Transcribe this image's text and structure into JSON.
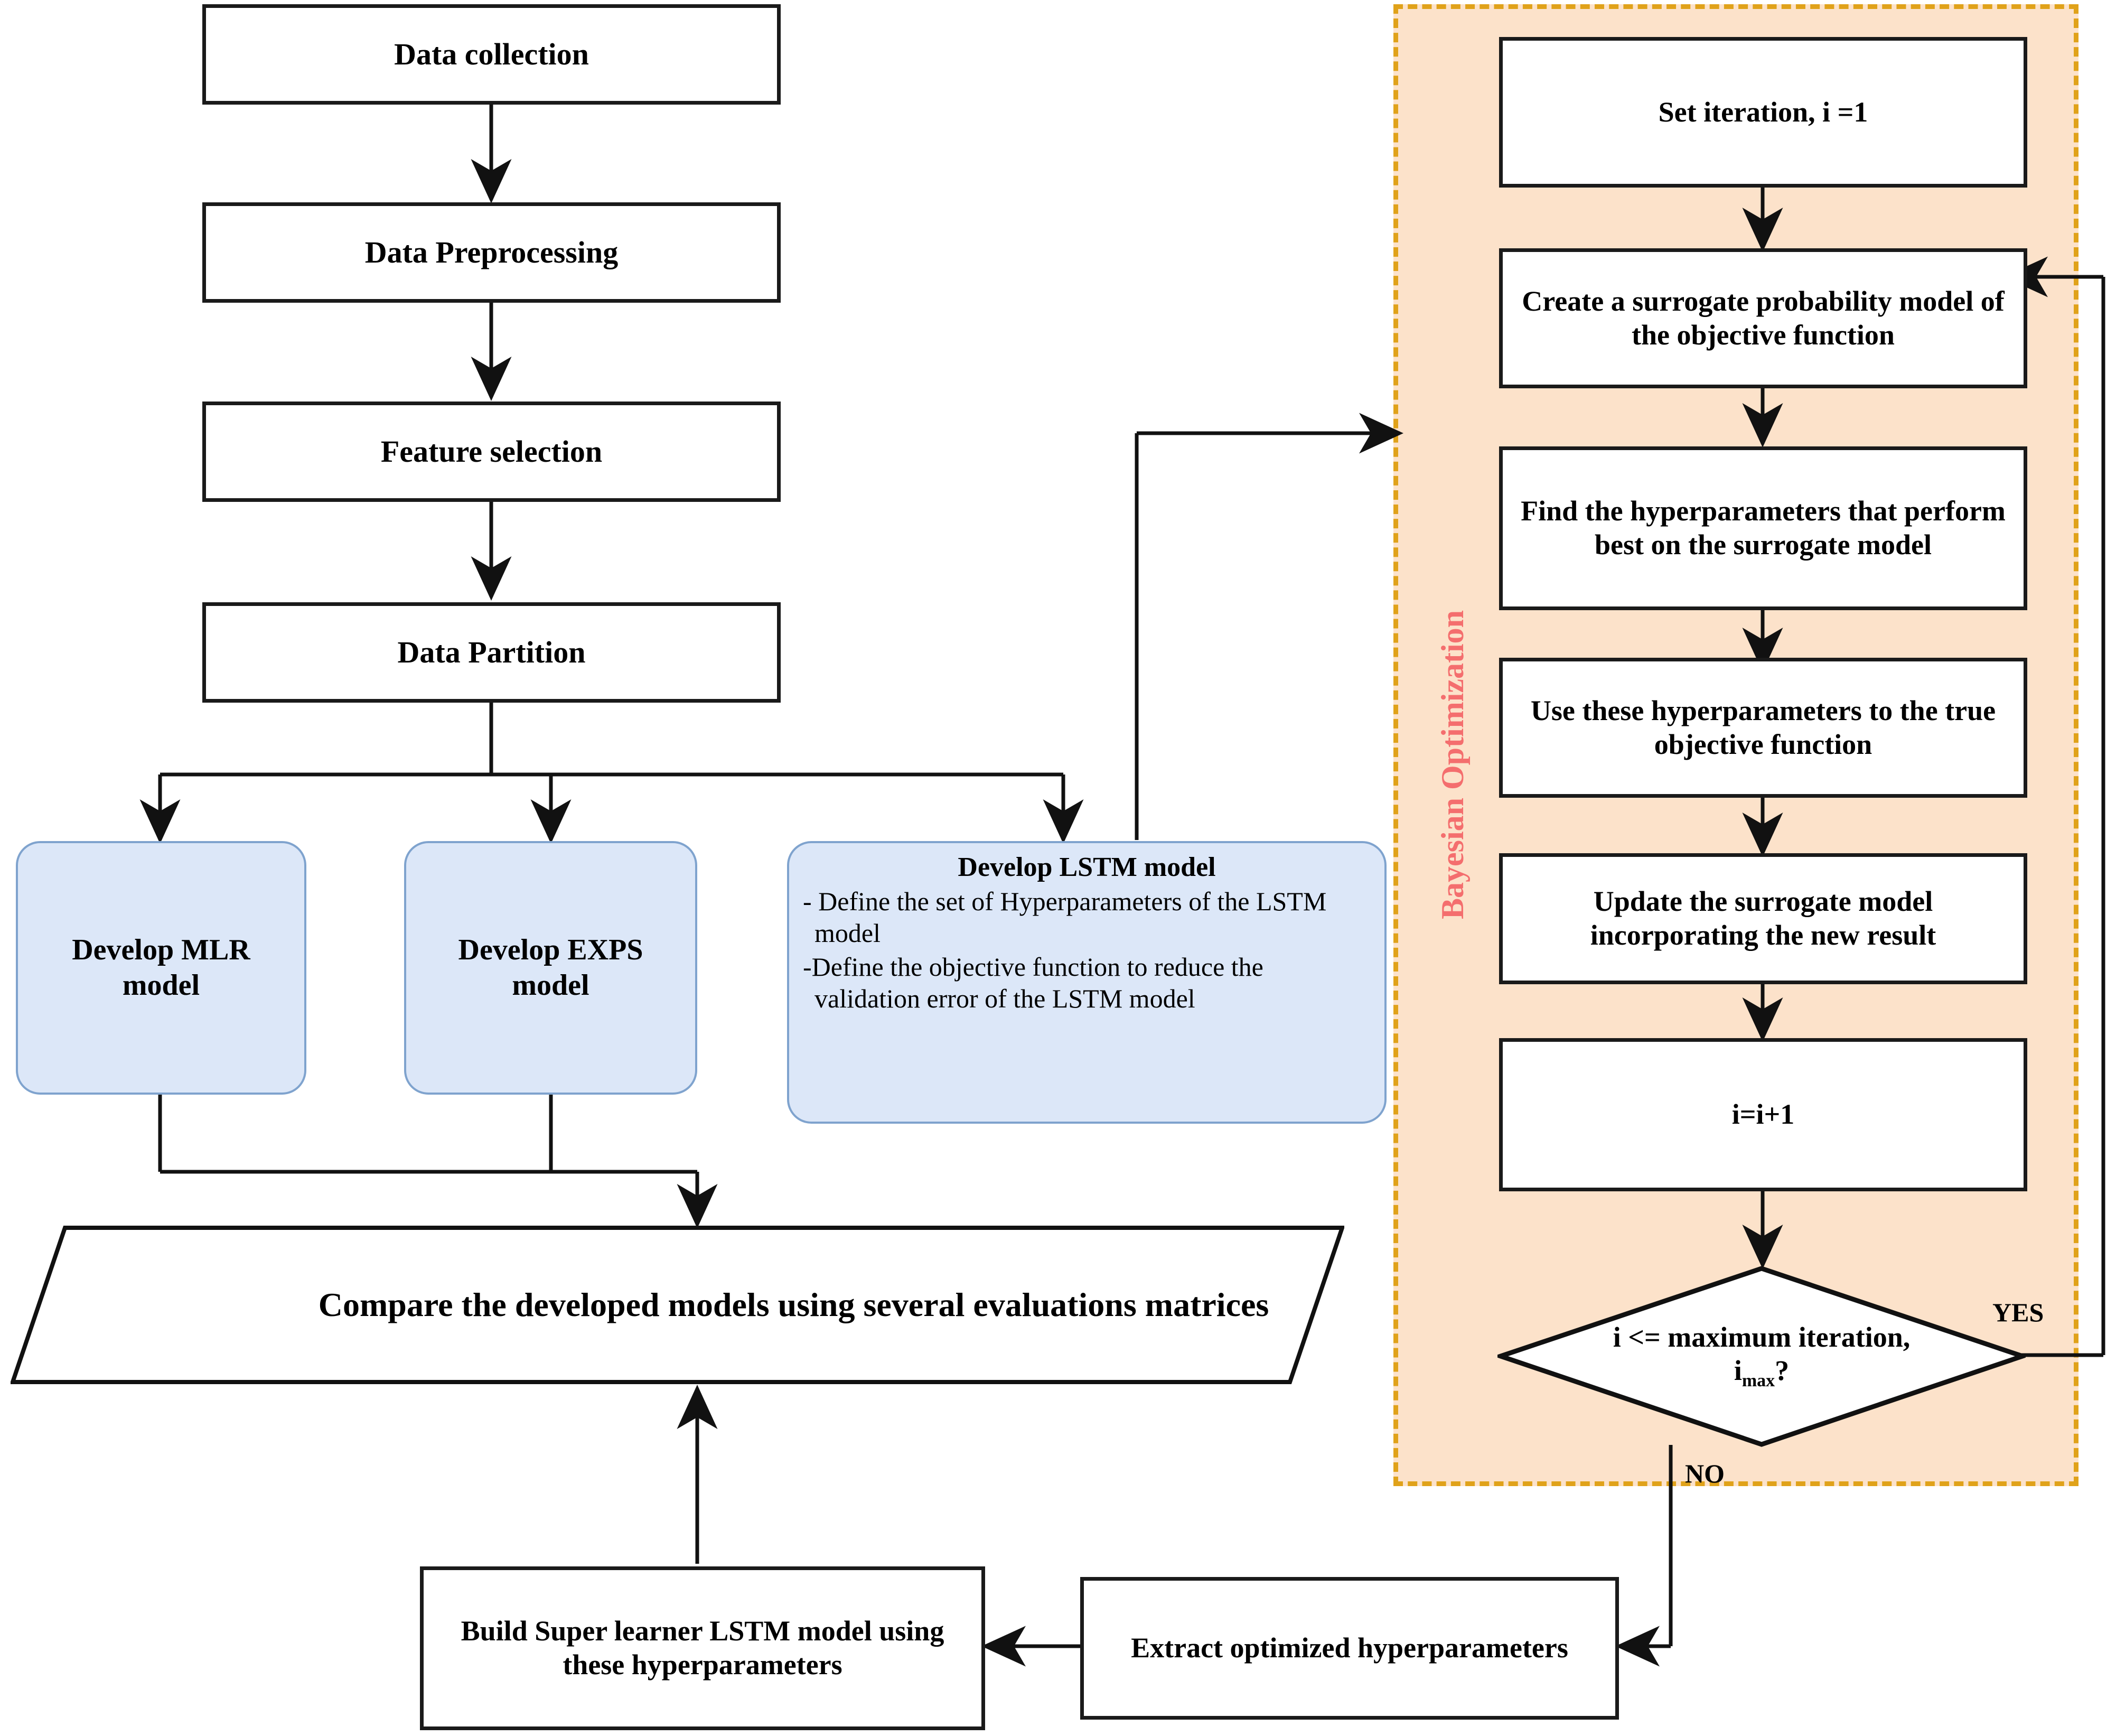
{
  "diagram": {
    "title_vertical_label": "Bayesian Optimization",
    "accent_colors": {
      "process_box_fill": "#FFFFFF",
      "process_box_border": "#1A1A1A",
      "model_box_fill": "#DCE7F8",
      "model_box_border": "#7FA3CE",
      "panel_fill": "#FCE2CA",
      "panel_border": "#E0A21A",
      "panel_label_color": "#F46E6E"
    },
    "left_pipeline": [
      {
        "id": "data-collection",
        "label": "Data collection"
      },
      {
        "id": "data-preprocessing",
        "label": "Data Preprocessing"
      },
      {
        "id": "feature-selection",
        "label": "Feature selection"
      },
      {
        "id": "data-partition",
        "label": "Data Partition"
      }
    ],
    "model_nodes": [
      {
        "id": "develop-mlr-model",
        "label": "Develop MLR\nmodel"
      },
      {
        "id": "develop-exps-model",
        "label": "Develop EXPS\nmodel"
      }
    ],
    "lstm_node": {
      "id": "develop-lstm-model",
      "title": "Develop LSTM model",
      "bullets": [
        "- Define the set of Hyperparameters of the LSTM model",
        "-Define the objective function to reduce the validation error of the LSTM model"
      ]
    },
    "compare_node": {
      "id": "compare-models",
      "label": "Compare the developed models using several evaluations matrices"
    },
    "bottom_nodes": [
      {
        "id": "build-super-learner",
        "label": "Build Super learner LSTM model using these hyperparameters"
      },
      {
        "id": "extract-optimized-hyperparameters",
        "label": "Extract optimized hyperparameters"
      }
    ],
    "bayesian_panel": {
      "label": "Bayesian Optimization",
      "steps": [
        {
          "id": "set-iteration",
          "label": "Set iteration, i =1"
        },
        {
          "id": "create-surrogate-model",
          "label": "Create a surrogate probability model of the objective function"
        },
        {
          "id": "find-hyperparameters",
          "label": "Find the hyperparameters that perform best on the surrogate model"
        },
        {
          "id": "use-hyperparameters",
          "label": "Use these hyperparameters to the true objective function"
        },
        {
          "id": "update-surrogate-model",
          "label": "Update the surrogate model incorporating the new result"
        },
        {
          "id": "increment-iteration",
          "label": "i=i+1"
        }
      ],
      "decision": {
        "id": "max-iteration-decision",
        "line1": "i <= maximum iteration,",
        "line2_main": "i",
        "line2_sub": "max",
        "line2_tail": "?"
      },
      "branch_labels": {
        "yes": "YES",
        "no": "NO"
      }
    }
  }
}
